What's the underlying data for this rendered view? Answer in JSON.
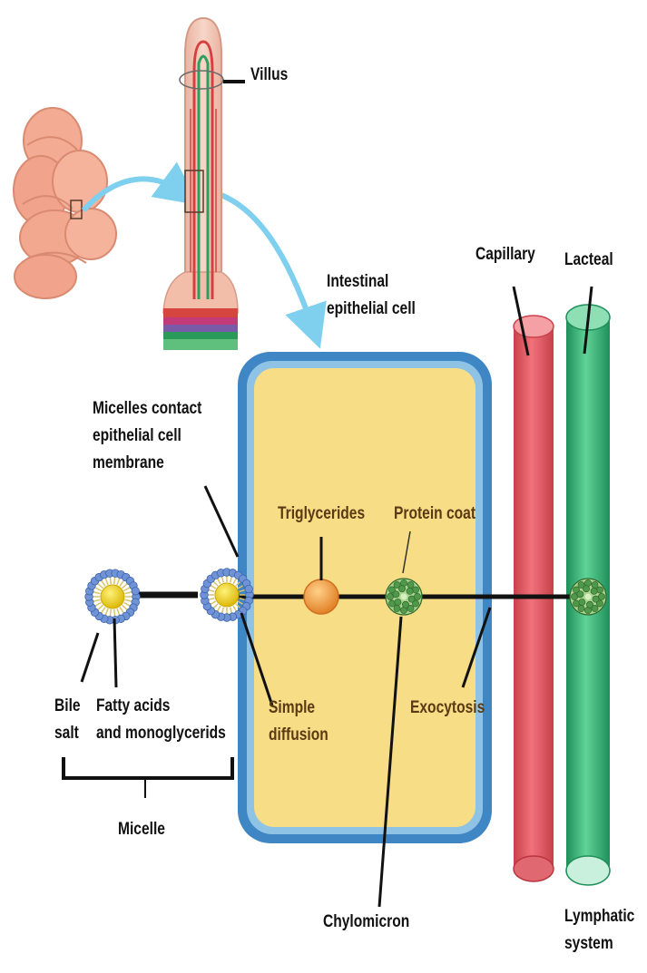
{
  "labels": {
    "villus": "Villus",
    "capillary": "Capillary",
    "lacteal": "Lacteal",
    "intestinal_cell": "Intestinal\nepithelial cell",
    "micelles_contact": "Micelles contact\nepithelial cell\nmembrane",
    "triglycerides": "Triglycerides",
    "protein_coat": "Protein coat",
    "bile_salt": "Bile\nsalt",
    "fatty_acids": "Fatty acids\nand monoglycerids",
    "simple_diffusion": "Simple\ndiffusion",
    "exocytosis": "Exocytosis",
    "micelle": "Micelle",
    "chylomicron": "Chylomicron",
    "lymphatic_system": "Lymphatic\nsystem"
  },
  "colors": {
    "cell_border": "#3f86c4",
    "cell_fill": "#f6dd86",
    "capillary": "#e55a63",
    "lacteal": "#2eae72",
    "intestine": "#f0a58e",
    "arrow": "#7ed0ee",
    "micelle_head": "#6f93d6",
    "micelle_core": "#f1d72c",
    "triglyceride": "#f29a3a",
    "chylomicron": "#4f9a4a"
  }
}
